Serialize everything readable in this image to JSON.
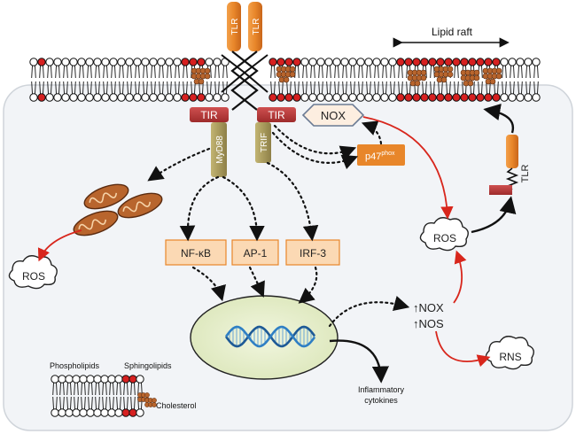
{
  "labels": {
    "tlr": "TLR",
    "tir": "TIR",
    "myd88": "MyD88",
    "trif": "TRIF",
    "nox": "NOX",
    "p47": "p47",
    "p47_sup": "phox",
    "nfkb": "NF-κB",
    "ap1": "AP-1",
    "irf3": "IRF-3",
    "ros": "ROS",
    "rns": "RNS",
    "up_nox": "↑NOX",
    "up_nos": "↑NOS",
    "lipid_raft": "Lipid raft",
    "inflammatory": "Inflammatory",
    "cytokines": "cytokines",
    "phospholipids": "Phospholipids",
    "sphingolipids": "Sphingolipids",
    "cholesterol": "Cholesterol"
  },
  "colors": {
    "cell": "#f2f4f7",
    "tir": "#b83b3b",
    "tlr": "#e8862a",
    "adaptor": "#a89a5a",
    "tf_box": "#fbd9b4",
    "tf_border": "#e8862a",
    "nucleus": "#e7efcf",
    "red_arrow": "#d8261c",
    "cholesterol": "#b8652d",
    "lipid_head": "#ffffff",
    "raft_head": "#d62020"
  }
}
